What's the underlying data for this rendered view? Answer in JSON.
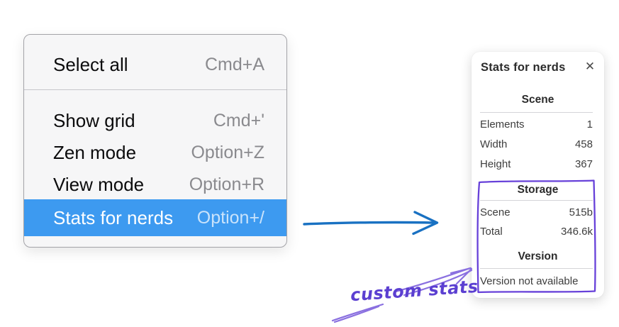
{
  "context_menu": {
    "items": [
      {
        "label": "Select all",
        "shortcut": "Cmd+A"
      },
      {
        "label": "Show grid",
        "shortcut": "Cmd+'"
      },
      {
        "label": "Zen mode",
        "shortcut": "Option+Z"
      },
      {
        "label": "View mode",
        "shortcut": "Option+R"
      },
      {
        "label": "Stats for nerds",
        "shortcut": "Option+/"
      }
    ],
    "selected_item": "Stats for nerds",
    "selection_color": "#3d9af0"
  },
  "stats_panel": {
    "title": "Stats for nerds",
    "close_icon": "✕",
    "scene_section": {
      "heading": "Scene",
      "rows": [
        {
          "label": "Elements",
          "value": "1"
        },
        {
          "label": "Width",
          "value": "458"
        },
        {
          "label": "Height",
          "value": "367"
        }
      ]
    },
    "storage_section": {
      "heading": "Storage",
      "rows": [
        {
          "label": "Scene",
          "value": "515b"
        },
        {
          "label": "Total",
          "value": "346.6k"
        }
      ]
    },
    "version_section": {
      "heading": "Version",
      "note": "Version not available"
    }
  },
  "annotations": {
    "handwritten_label": "custom stats",
    "blue_arrow_color": "#1971c2",
    "highlight_box_color": "#6741d9",
    "handwriting_color": "#5b3fd1"
  }
}
